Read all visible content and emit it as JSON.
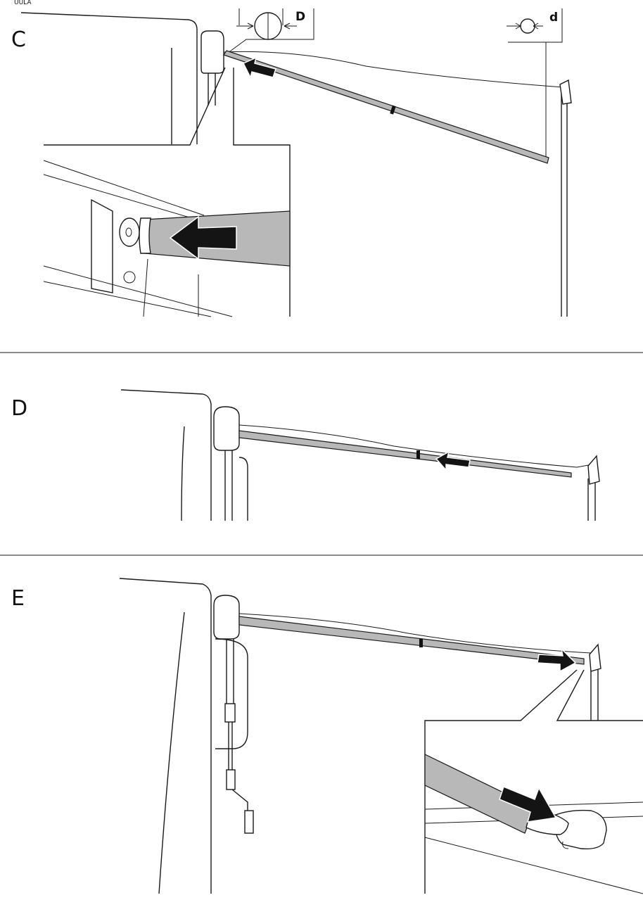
{
  "document": {
    "top_crop_text": "UULA",
    "steps": [
      {
        "label": "C",
        "diameter_big": "D",
        "diameter_small": "d"
      },
      {
        "label": "D"
      },
      {
        "label": "E"
      }
    ]
  },
  "colors": {
    "line": "#1a1a1a",
    "pole_fill": "#b8b8b8",
    "arrow_fill": "#141414",
    "background": "#ffffff"
  }
}
